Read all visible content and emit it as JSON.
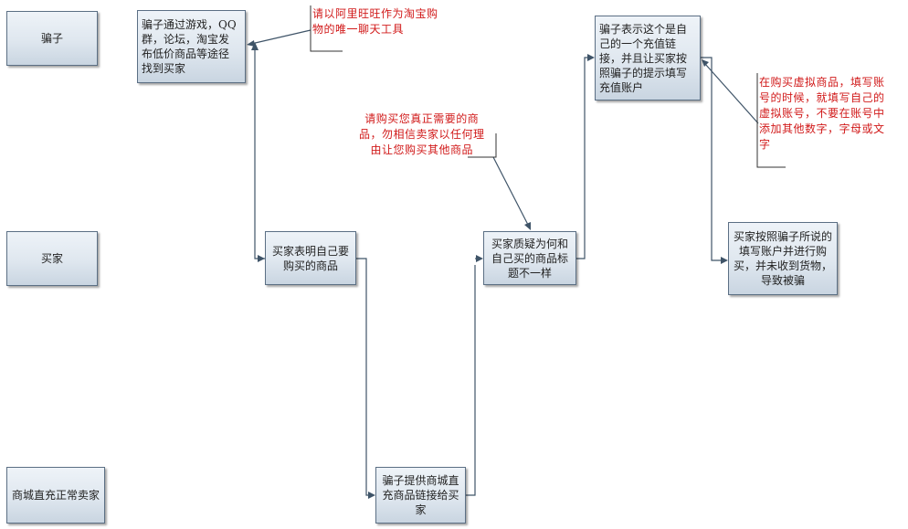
{
  "lanes": {
    "scammer": "骗子",
    "buyer": "买家",
    "mall_seller": "商城直充正常卖家"
  },
  "steps": {
    "step1": "骗子通过游戏，QQ\n群，论坛，淘宝发\n布低价商品等途径\n找到买家",
    "step2": "买家表明自己要\n购买的商品",
    "step3": "骗子提供商城直\n充商品链接给买\n家",
    "step4": "买家质疑为何和\n自己买的商品标\n题不一样",
    "step5": "骗子表示这个是自\n己的一个充值链\n接，并且让买家按\n照骗子的提示填写\n充值账户",
    "step6": "买家按照骗子所说的\n填写账户并进行购\n买，并未收到货物，\n导致被骗"
  },
  "notes": {
    "note1": "请以阿里旺旺作为淘宝购\n物的唯一聊天工具",
    "note2": "请购买您真正需要的商\n品，勿相信卖家以任何理\n由让您购买其他商品",
    "note3": "在购买虚拟商品，填写账\n号的时候，就填写自己的\n虚拟账号，不要在账号中\n添加其他数字，字母或文\n字"
  }
}
